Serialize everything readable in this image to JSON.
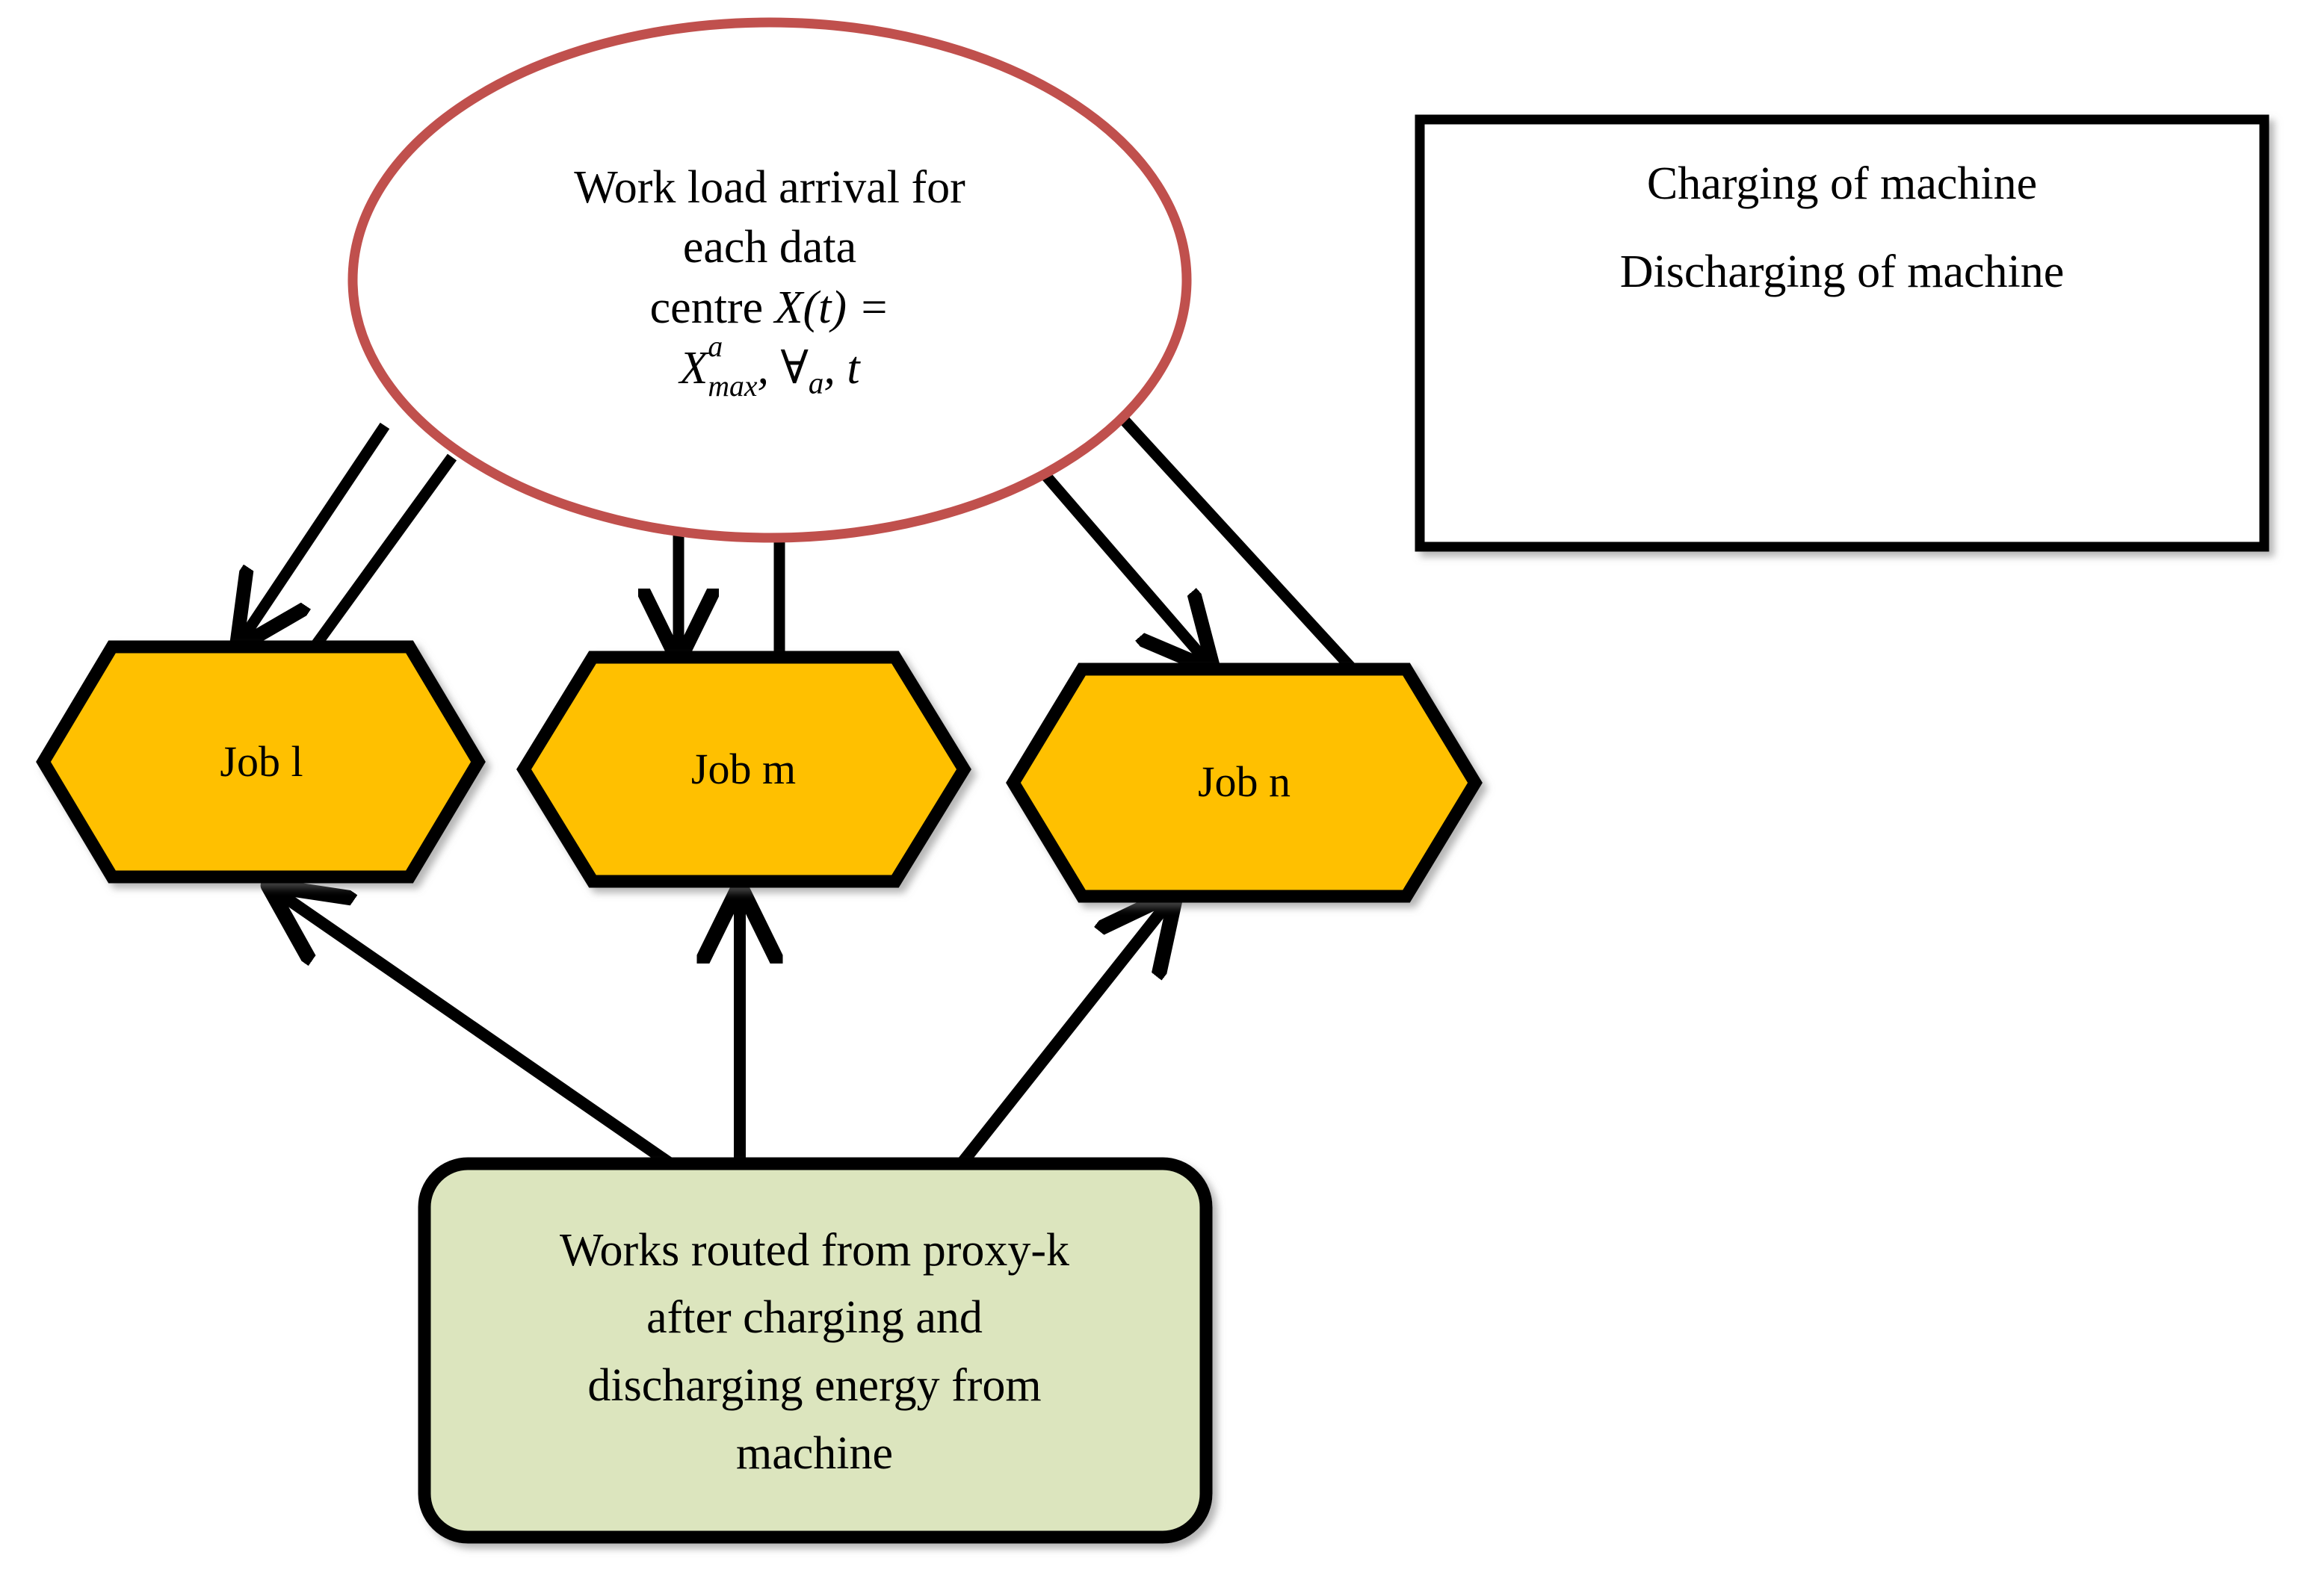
{
  "diagram": {
    "title_present": false,
    "colors": {
      "ellipse_stroke": "#C0504D",
      "hexagon_fill": "#FFC000",
      "hexagon_stroke": "#000000",
      "rounded_box_fill": "#DCE5BE",
      "rounded_box_stroke": "#000000",
      "legend_box_stroke": "#000000",
      "legend_box_fill": "#FFFFFF",
      "arrow_color": "#000000",
      "background": "#FFFFFF"
    },
    "source_node": {
      "shape": "ellipse",
      "lines": [
        "Work load arrival for",
        "each data"
      ],
      "formula_line_1_prefix": "centre ",
      "formula_line_1": "X(t) =",
      "formula_line_2_base": "X",
      "formula_line_2_sup": "a",
      "formula_line_2_sub": "max",
      "formula_line_2_rest_1": ", ∀",
      "formula_line_2_rest_sub": "a",
      "formula_line_2_rest_2": ", t"
    },
    "job_nodes": [
      {
        "id": "job-l",
        "label": "Job l",
        "shape": "hexagon"
      },
      {
        "id": "job-m",
        "label": "Job m",
        "shape": "hexagon"
      },
      {
        "id": "job-n",
        "label": "Job n",
        "shape": "hexagon"
      }
    ],
    "proxy_node": {
      "shape": "rounded-rectangle",
      "lines": [
        "Works routed from proxy-k",
        "after charging and",
        "discharging energy from",
        "machine"
      ]
    },
    "legend": {
      "shape": "rectangle",
      "entries": [
        "Charging of machine",
        "Discharging of machine"
      ]
    },
    "edges": [
      {
        "from": "source-ellipse",
        "to": "job-l",
        "arrowhead": true
      },
      {
        "from": "source-ellipse",
        "to": "job-l",
        "arrowhead": false
      },
      {
        "from": "source-ellipse",
        "to": "job-m",
        "arrowhead": true
      },
      {
        "from": "source-ellipse",
        "to": "job-m",
        "arrowhead": false
      },
      {
        "from": "source-ellipse",
        "to": "job-n",
        "arrowhead": true
      },
      {
        "from": "source-ellipse",
        "to": "job-n",
        "arrowhead": false
      },
      {
        "from": "proxy-node",
        "to": "job-l",
        "arrowhead": true
      },
      {
        "from": "proxy-node",
        "to": "job-m",
        "arrowhead": true
      },
      {
        "from": "proxy-node",
        "to": "job-n",
        "arrowhead": true
      }
    ]
  }
}
